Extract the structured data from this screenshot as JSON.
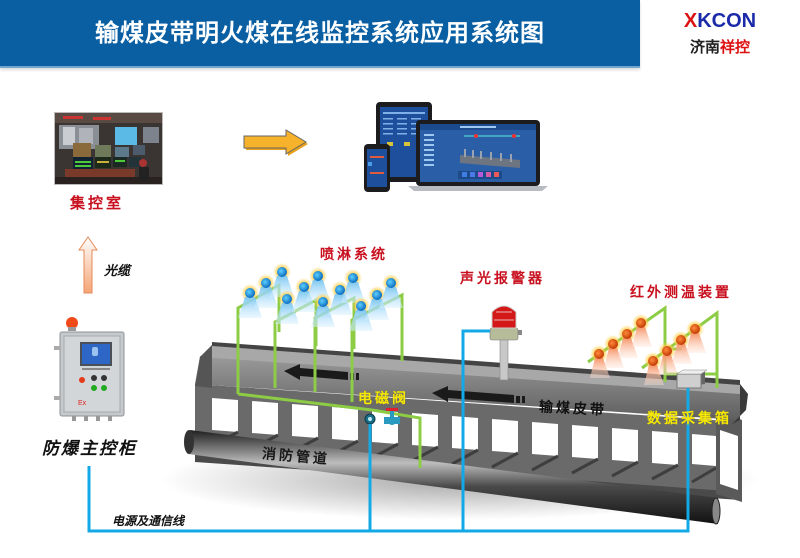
{
  "header": {
    "title": "输煤皮带明火煤在线监控系统应用系统图",
    "logo": {
      "en_prefix": "X",
      "en_rest": "KCON",
      "cn_black": "济南",
      "cn_red": "祥控"
    }
  },
  "nodes": {
    "control_room": "集控室",
    "fiber_cable": "光缆",
    "main_cabinet": "防爆主控柜",
    "spray_system": "喷淋系统",
    "alarm": "声光报警器",
    "infrared": "红外测温装置",
    "solenoid_valve": "电磁阀",
    "conveyor_belt": "输煤皮带",
    "data_box": "数据采集箱",
    "fire_pipe": "消防管道",
    "power_comm_line": "电源及通信线"
  },
  "colors": {
    "banner": "#0a5fa3",
    "label_red": "#c8101e",
    "label_yellow": "#f6e800",
    "cable_blue": "#13a9e6",
    "pipe_green": "#8dcc45",
    "arrow_orange": "#f5b22a",
    "nozzle_blue": "#1188d8",
    "sensor_orange": "#e8540e"
  }
}
